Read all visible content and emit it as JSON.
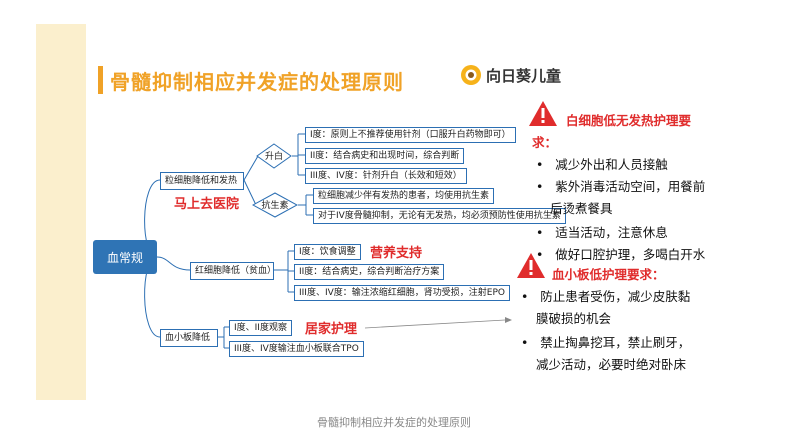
{
  "title": "骨髓抑制相应并发症的处理原则",
  "logo": {
    "text": "向日葵儿童",
    "icon": "sunflower-icon"
  },
  "mindmap": {
    "root": "血常规",
    "branch1": {
      "label": "粒细胞降低和发热",
      "note": "马上去医院",
      "sub1": {
        "label": "升白",
        "items": [
          "I度：原则上不推荐使用针剂（口服升白药物即可）",
          "II度：结合病史和出现时间，综合判断",
          "III度、IV度：针剂升白（长效和短效）"
        ]
      },
      "sub2": {
        "label": "抗生素",
        "items": [
          "粒细胞减少伴有发热的患者，均使用抗生素",
          "对于IV度骨髓抑制，无论有无发热，均必须预防性使用抗生素"
        ]
      }
    },
    "branch2": {
      "label": "红细胞降低（贫血）",
      "note": "营养支持",
      "items": [
        "I度：饮食调整",
        "II度：结合病史，综合判断治疗方案",
        "III度、IV度：输注浓缩红细胞，肾功受损，注射EPO"
      ]
    },
    "branch3": {
      "label": "血小板降低",
      "note": "居家护理",
      "items": [
        "I度、II度观察",
        "III度、IV度输注血小板联合TPO"
      ]
    }
  },
  "wbc_panel": {
    "heading_line1": "白细胞低无发热护理要",
    "heading_line2": "求：",
    "items": [
      "减少外出和人员接触",
      "紫外消毒活动空间，用餐前",
      "后烫煮餐具",
      "适当活动，注意休息",
      "做好口腔护理，多喝白开水"
    ]
  },
  "plt_panel": {
    "heading": "血小板低护理要求：",
    "items": [
      "防止患者受伤，减少皮肤黏",
      "膜破损的机会",
      "禁止掏鼻挖耳，禁止刷牙，",
      "减少活动，必要时绝对卧床"
    ]
  },
  "caption": "骨髓抑制相应并发症的处理原则",
  "colors": {
    "accent": "#f0a227",
    "node_border": "#2c6fb3",
    "root_fill": "#2f74b5",
    "alert": "#e02c2c"
  }
}
